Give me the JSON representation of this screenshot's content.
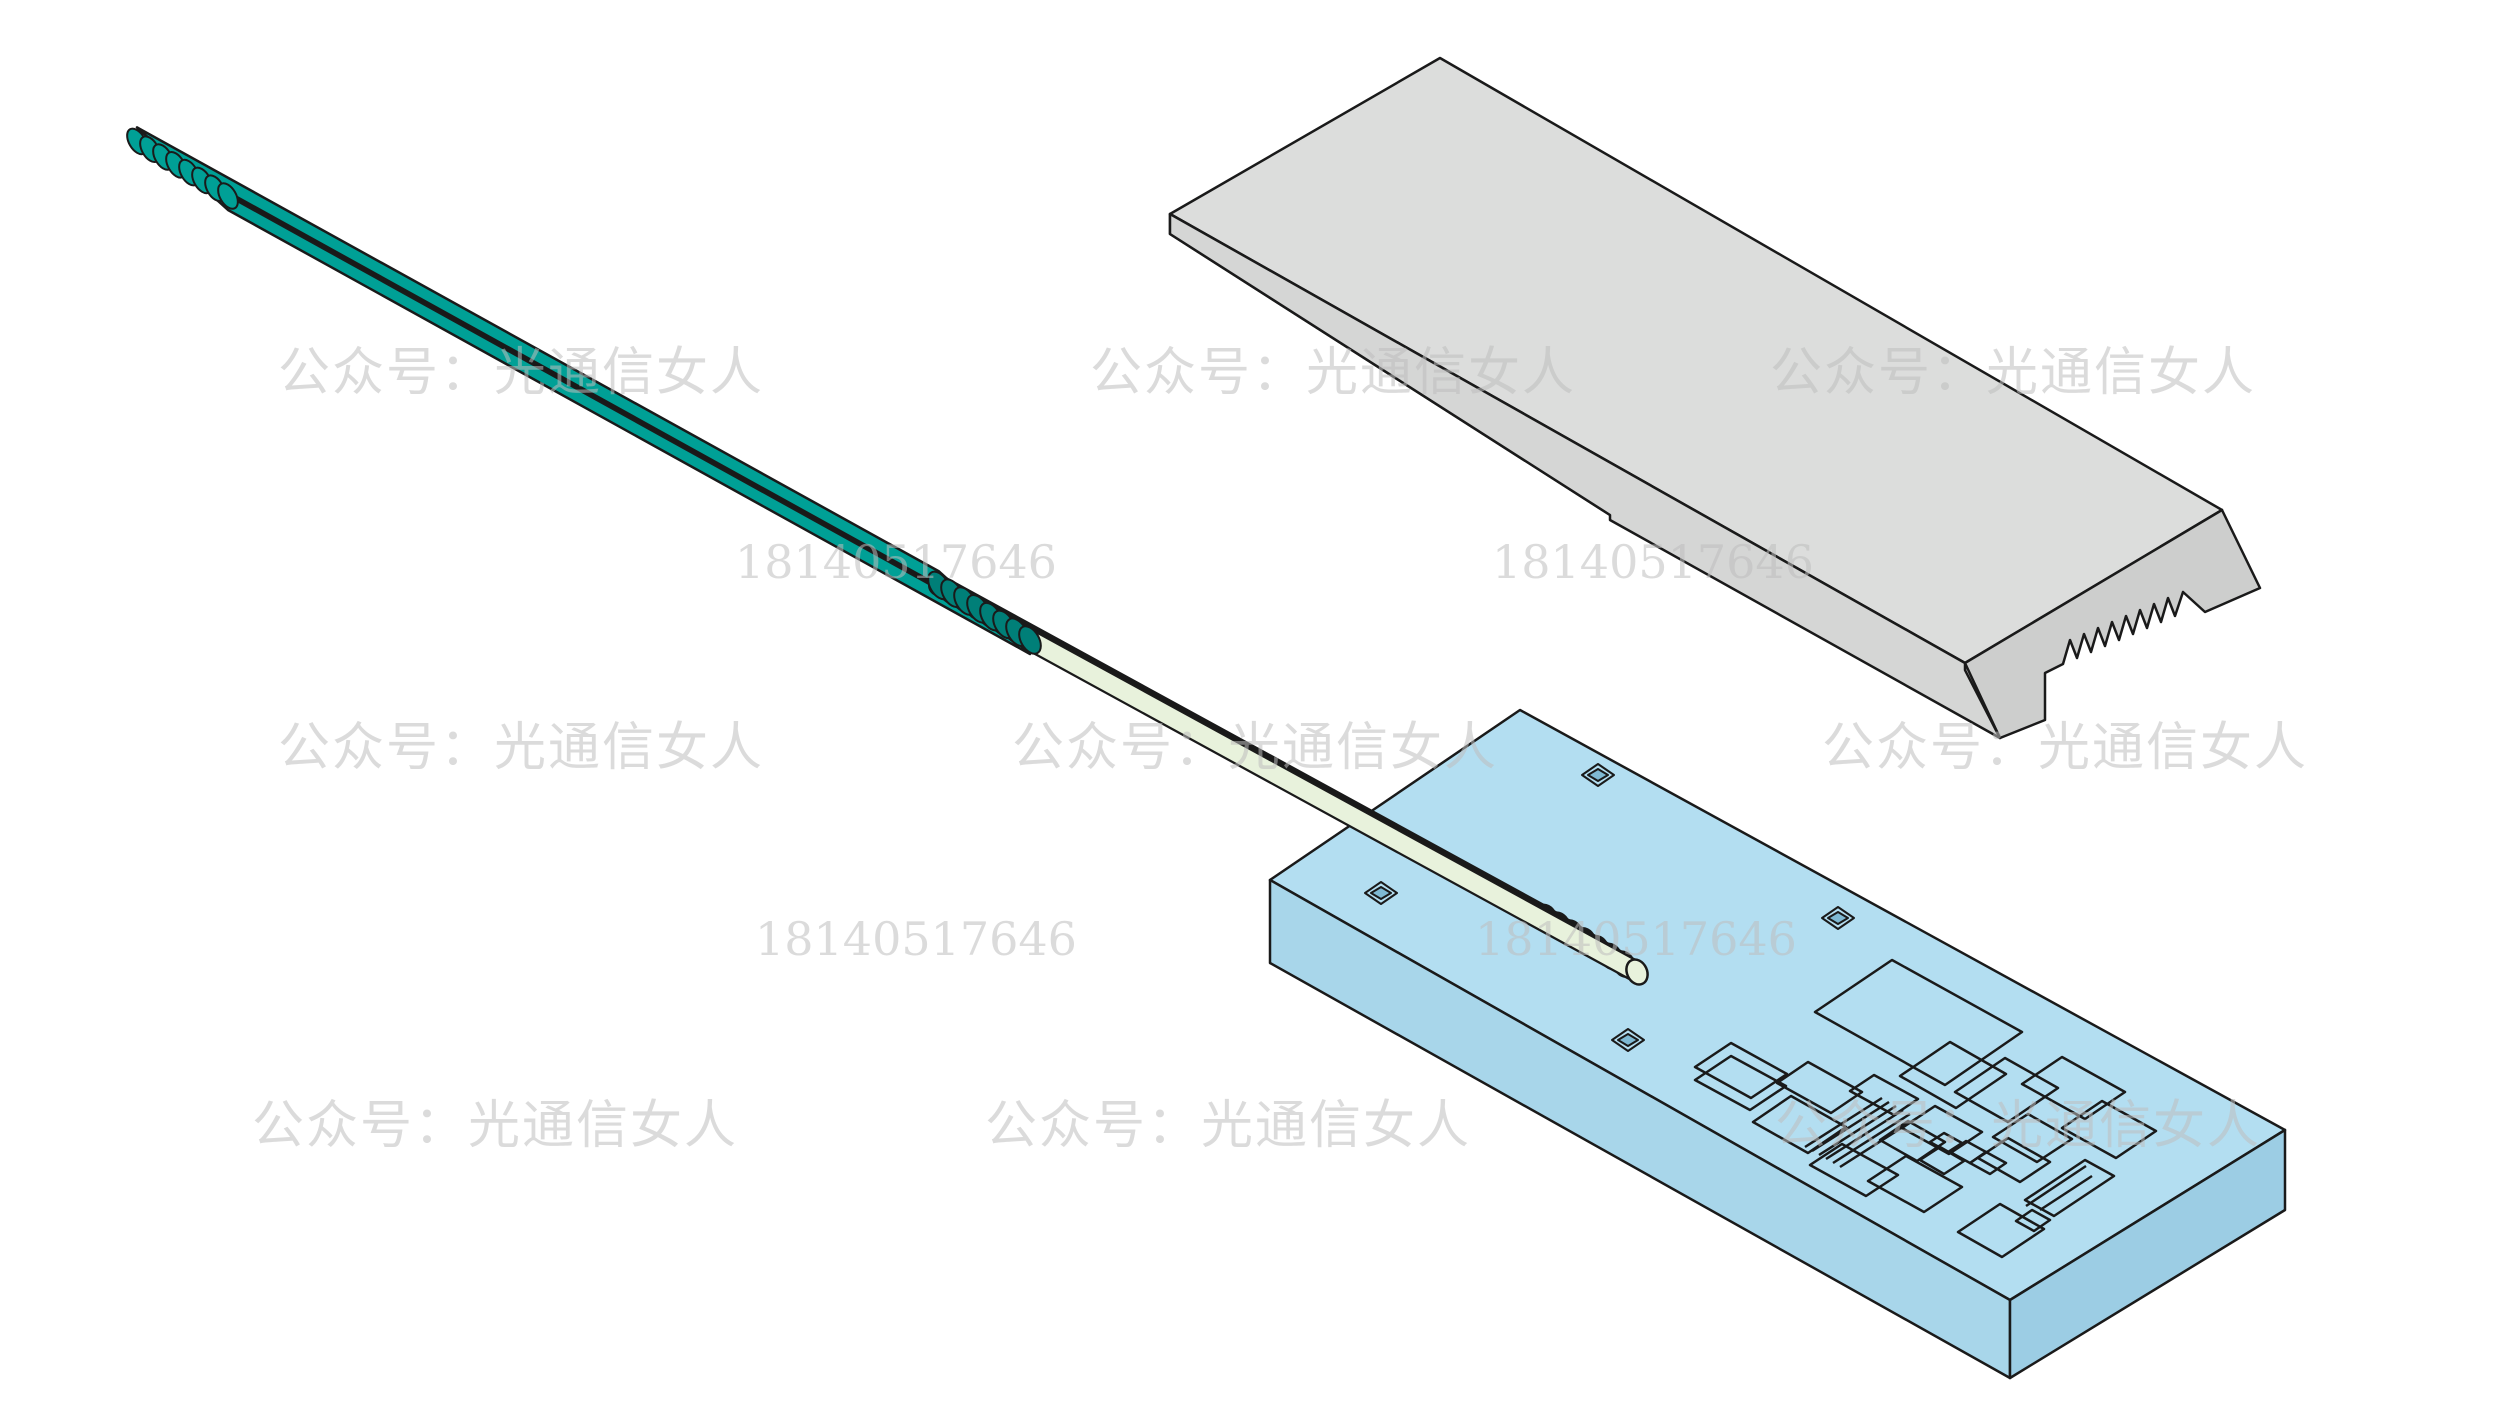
{
  "diagram": {
    "components": [
      {
        "name": "ribbon-fiber-cable",
        "fiber_count": 8
      },
      {
        "name": "v-groove-lid",
        "groove_count": 8
      },
      {
        "name": "silicon-photonic-chip-substrate"
      }
    ],
    "colors": {
      "cable_jacket": "#00a096",
      "cable_jacket_dark": "#007f78",
      "stripped_fiber": "#e8f2dc",
      "lid_top": "#dfe0df",
      "lid_side": "#cfd0cf",
      "chip_top": "#b3def1",
      "chip_side": "#a5d3e8",
      "outline": "#1a1a1a"
    }
  },
  "watermarks": {
    "account": "公众号：光通信女人",
    "phone": "18140517646"
  }
}
